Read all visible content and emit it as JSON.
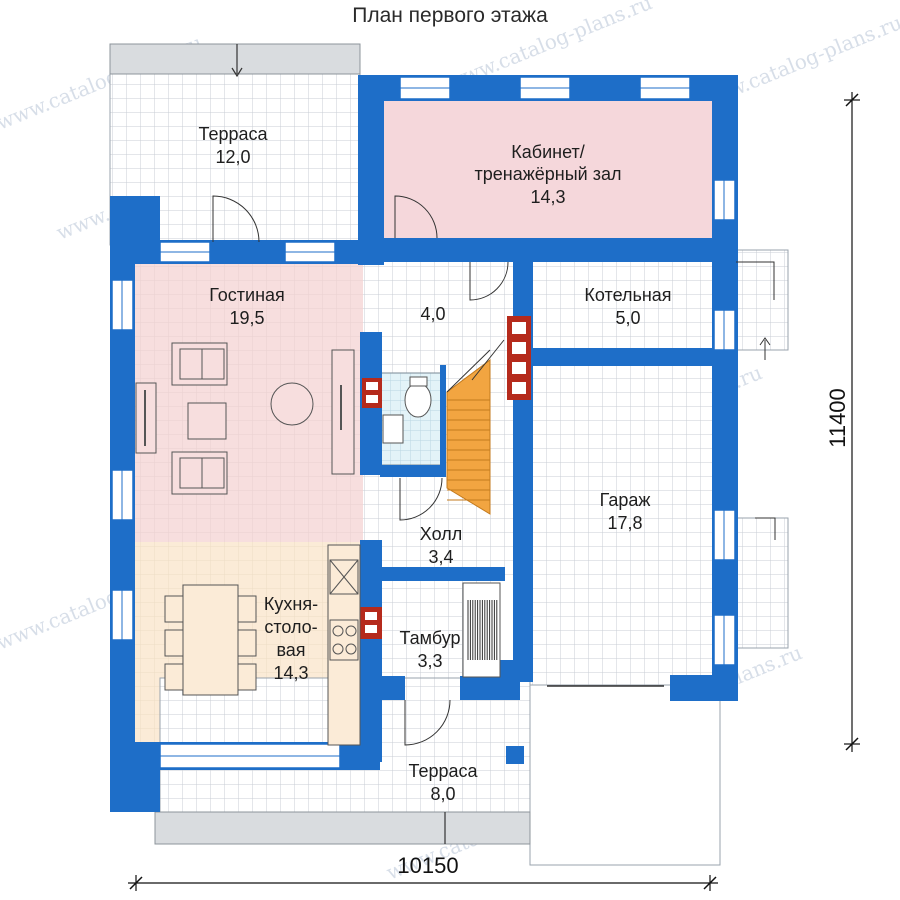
{
  "title": "План первого этажа",
  "colors": {
    "wall": "#1e6ec8",
    "living": "#f7dede",
    "kitchen": "#fbebd7",
    "study": "#f5d7db",
    "stairs": "#f2a541",
    "chimney": "#b52a1c",
    "grid_line": "#c8cdd4"
  },
  "rooms": {
    "terrace_top": {
      "name": "Терраса",
      "area": "12,0"
    },
    "study": {
      "name_line1": "Кабинет/",
      "name_line2": "тренажёрный зал",
      "area": "14,3"
    },
    "living": {
      "name": "Гостиная",
      "area": "19,5"
    },
    "hall_upper": {
      "area": "4,0"
    },
    "boiler": {
      "name": "Котельная",
      "area": "5,0"
    },
    "garage": {
      "name": "Гараж",
      "area": "17,8"
    },
    "hall": {
      "name": "Холл",
      "area": "3,4"
    },
    "kitchen": {
      "name_line1": "Кухня-",
      "name_line2": "столо-",
      "name_line3": "вая",
      "area": "14,3"
    },
    "vestibule": {
      "name": "Тамбур",
      "area": "3,3"
    },
    "terrace_bottom": {
      "name": "Терраса",
      "area": "8,0"
    }
  },
  "dimensions": {
    "width": "10150",
    "height": "11400"
  },
  "watermark": "www.catalog-plans.ru"
}
